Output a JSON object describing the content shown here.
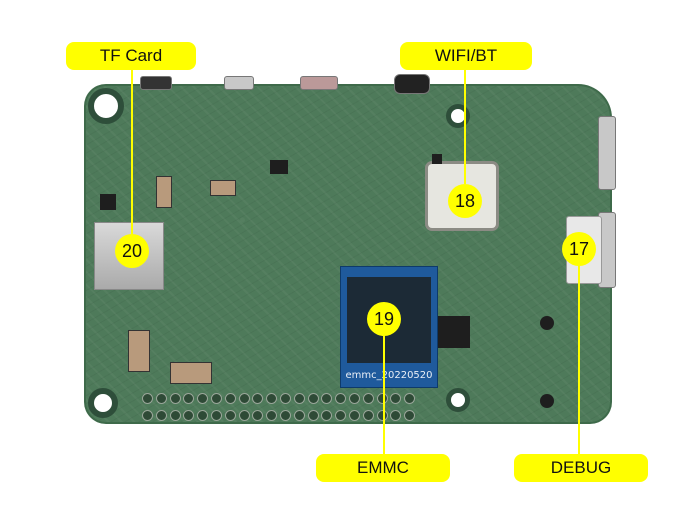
{
  "callouts": [
    {
      "label": "TF Card",
      "number": "20"
    },
    {
      "label": "WIFI/BT",
      "number": "18"
    },
    {
      "label": "EMMC",
      "number": "19"
    },
    {
      "label": "DEBUG",
      "number": "17"
    }
  ],
  "emmc_chip": {
    "marking": "emmc_20220520"
  },
  "colors": {
    "callout": "#ffff00",
    "board": "#4e7a5a",
    "emmc": "#1f5a9c"
  }
}
